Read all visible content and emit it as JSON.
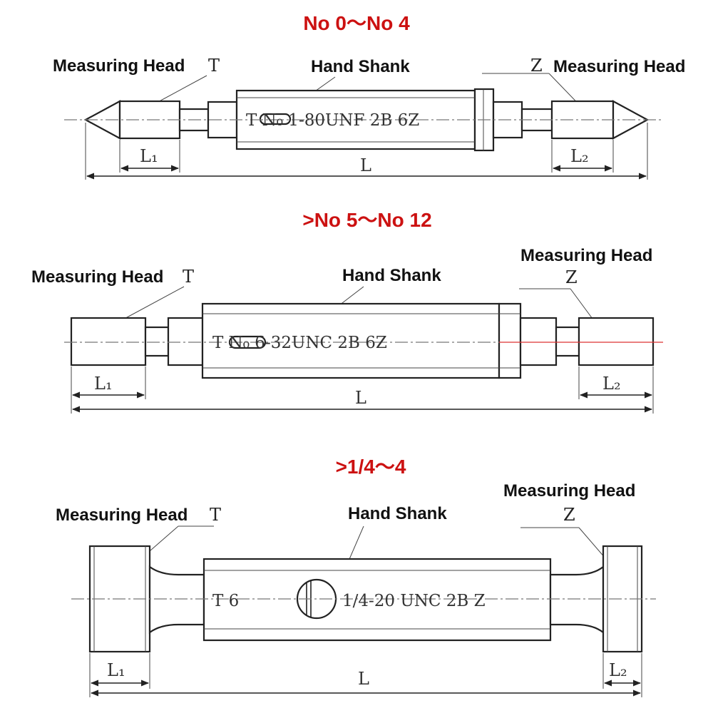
{
  "colors": {
    "title": "#cc1111",
    "line": "#222222",
    "centerline_red": "#dd3333"
  },
  "sections": [
    {
      "title": "No 0～No 4",
      "left_head_label": "Measuring Head",
      "left_mark": "T",
      "shank_label": "Hand Shank",
      "right_head_label": "Measuring Head",
      "right_mark": "Z",
      "engraving": "T  N₀ 1-80UNF 2B  6Z",
      "dim_l1": "L₁",
      "dim_l": "L",
      "dim_l2": "L₂"
    },
    {
      "title": ">No 5～No 12",
      "left_head_label": "Measuring Head",
      "left_mark": "T",
      "shank_label": "Hand Shank",
      "right_head_label": "Measuring Head",
      "right_mark": "Z",
      "engraving": "T  N₀ 6-32UNC 2B  6Z",
      "dim_l1": "L₁",
      "dim_l": "L",
      "dim_l2": "L₂"
    },
    {
      "title": ">1/4～4",
      "left_head_label": "Measuring Head",
      "left_mark": "T",
      "shank_label": "Hand Shank",
      "right_head_label": "Measuring Head",
      "right_mark": "Z",
      "engraving_left": "T    6",
      "engraving_right": "1/4-20 UNC 2B Z",
      "dim_l1": "L₁",
      "dim_l": "L",
      "dim_l2": "L₂"
    }
  ]
}
